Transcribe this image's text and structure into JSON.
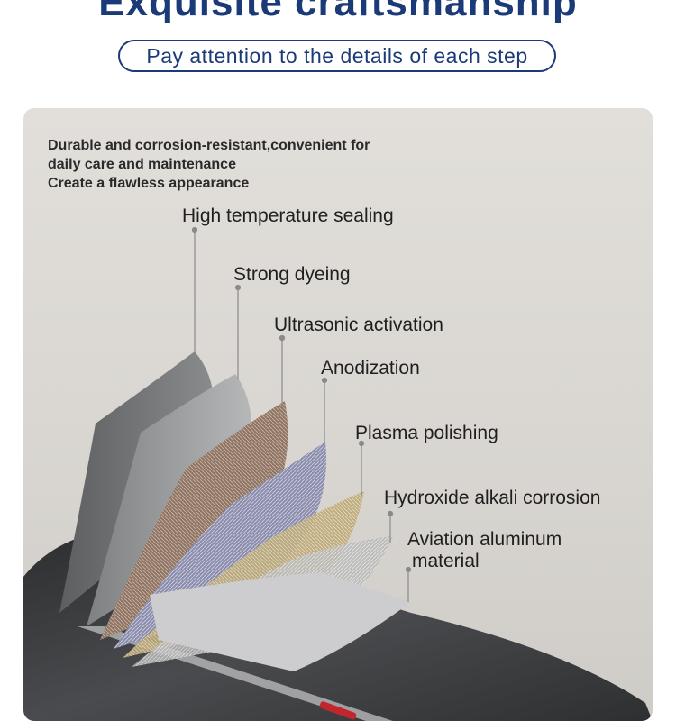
{
  "header": {
    "title": "Exquisite craftsmanship",
    "subtitle": "Pay attention to the details of each step"
  },
  "intro": {
    "lines": [
      "Durable and corrosion-resistant,convenient for",
      "daily care and maintenance",
      "Create a flawless appearance"
    ]
  },
  "layers": [
    {
      "label": "High temperature sealing"
    },
    {
      "label": "Strong dyeing"
    },
    {
      "label": "Ultrasonic activation"
    },
    {
      "label": "Anodization"
    },
    {
      "label": "Plasma polishing"
    },
    {
      "label": "Hydroxide alkali corrosion"
    },
    {
      "label_line1": "Aviation aluminum",
      "label_line2": "material"
    }
  ],
  "colors": {
    "title": "#1b3a78",
    "panel": "#dcd9d5",
    "metal_dark": "#3a3b3d",
    "accent_red": "#c0262c"
  }
}
